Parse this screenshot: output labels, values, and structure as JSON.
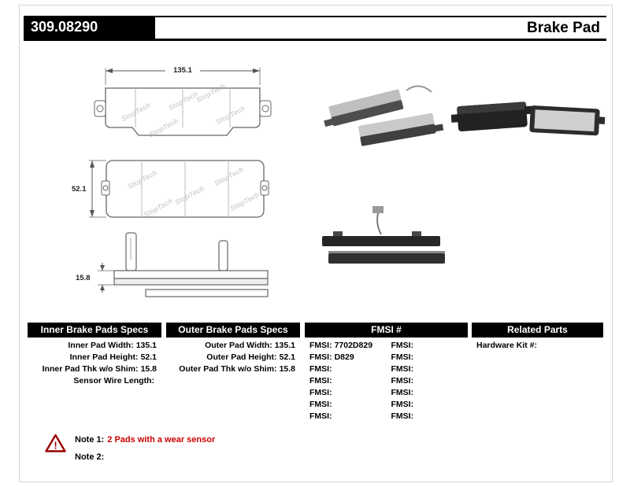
{
  "header": {
    "part_number": "309.08290",
    "title": "Brake Pad"
  },
  "drawings": {
    "watermark": "StopTech",
    "front_width": "135.1",
    "face_height": "52.1",
    "edge_thickness": "15.8"
  },
  "tables": {
    "inner": {
      "title": "Inner Brake Pads Specs",
      "rows": [
        {
          "label": "Inner Pad Width:",
          "value": "135.1"
        },
        {
          "label": "Inner Pad Height:",
          "value": "52.1"
        },
        {
          "label": "Inner Pad Thk w/o Shim:",
          "value": "15.8"
        },
        {
          "label": "Sensor Wire Length:",
          "value": ""
        }
      ]
    },
    "outer": {
      "title": "Outer Brake Pads Specs",
      "rows": [
        {
          "label": "Outer Pad Width:",
          "value": "135.1"
        },
        {
          "label": "Outer Pad Height:",
          "value": "52.1"
        },
        {
          "label": "Outer Pad Thk w/o Shim:",
          "value": "15.8"
        }
      ]
    },
    "fmsi": {
      "title": "FMSI #",
      "label": "FMSI:",
      "left_values": [
        "7702D829",
        "D829",
        "",
        "",
        "",
        "",
        ""
      ],
      "right_values": [
        "",
        "",
        "",
        "",
        "",
        "",
        ""
      ]
    },
    "related": {
      "title": "Related Parts",
      "rows": [
        {
          "label": "Hardware Kit #:",
          "value": ""
        }
      ]
    }
  },
  "notes": {
    "note1_label": "Note 1:",
    "note1_text": "2 Pads with a wear sensor",
    "note2_label": "Note 2:",
    "note2_text": "",
    "warning_color": "#990000",
    "note_text_color": "#cc0000"
  }
}
